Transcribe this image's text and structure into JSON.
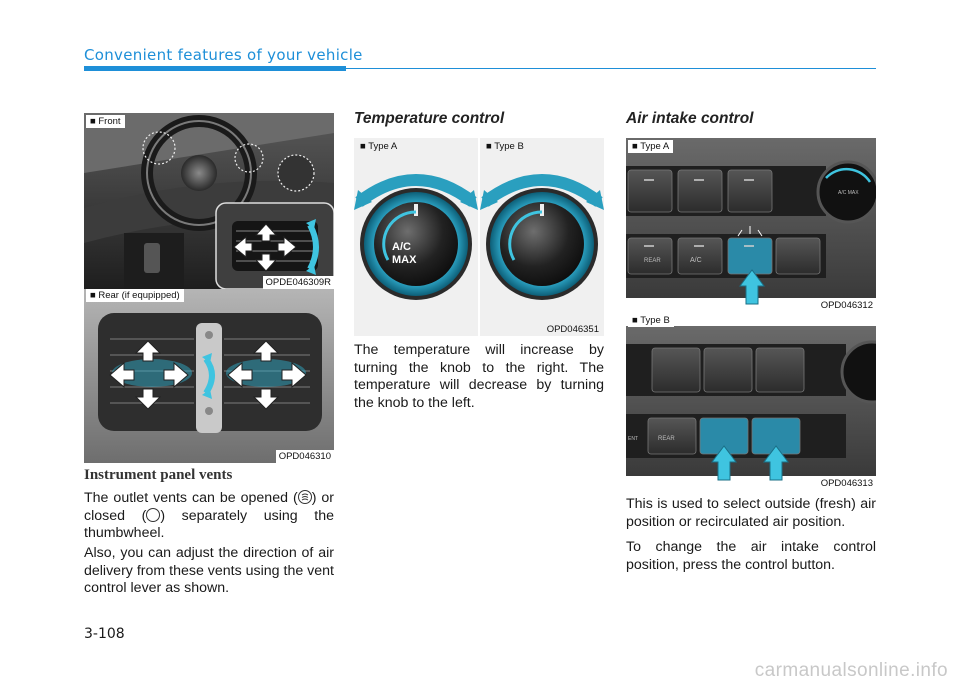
{
  "header": {
    "title": "Convenient features of your vehicle"
  },
  "page_number": "3-108",
  "watermark": "carmanualsonline.info",
  "figures": {
    "front": {
      "label": "■ Front",
      "code": "OPDE046309R"
    },
    "rear": {
      "label": "■ Rear (if equpipped)",
      "code": "OPD046310"
    },
    "temp": {
      "label_a": "■ Type A",
      "label_b": "■ Type B",
      "code": "OPD046351",
      "knob_text_1": "A/C",
      "knob_text_2": "MAX"
    },
    "air_a": {
      "label": "■ Type A",
      "code": "OPD046312",
      "btn_rear": "REAR",
      "btn_ac": "A/C",
      "knob_text": "A/C MAX"
    },
    "air_b": {
      "label": "■ Type B",
      "code": "OPD046313",
      "btn_rear": "REAR",
      "btn_ent": "ENT"
    }
  },
  "vents": {
    "heading": "Instrument panel vents",
    "p1_a": "The outlet vents can be opened (",
    "p1_b": ") or closed (",
    "p1_c": ") separately using the thumbwheel.",
    "p2": "Also, you can adjust the direction of air delivery from these vents using the vent control lever as shown."
  },
  "temperature": {
    "title": "Temperature control",
    "p1": "The temperature will increase by turning the knob to the right. The temperature will decrease by turning the knob to the left."
  },
  "air_intake": {
    "title": "Air intake control",
    "p1": "This is used to select outside (fresh) air position or recirculated air position.",
    "p2": "To change the air intake control position, press the control button."
  }
}
